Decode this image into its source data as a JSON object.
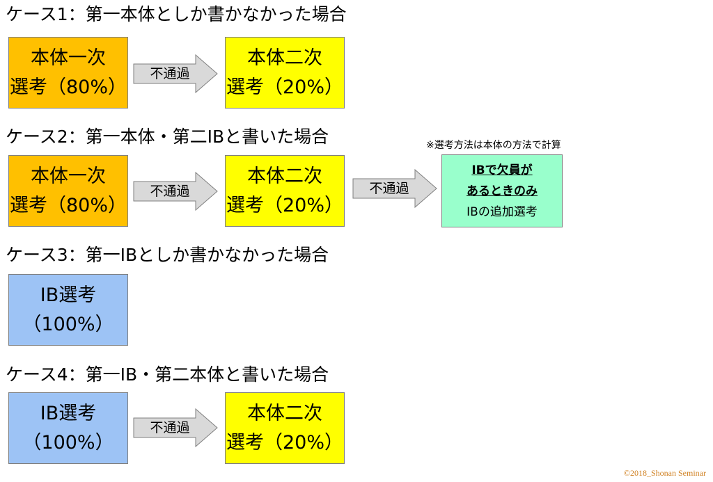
{
  "cases": [
    {
      "title": "ケース1：第一本体としか書かなかった場合"
    },
    {
      "title": "ケース2：第一本体・第二IBと書いた場合"
    },
    {
      "title": "ケース3：第一IBとしか書かなかった場合"
    },
    {
      "title": "ケース4：第一IB・第二本体と書いた場合"
    }
  ],
  "boxes": {
    "main1": {
      "line1": "本体一次",
      "line2": "選考（80%）"
    },
    "main2": {
      "line1": "本体二次",
      "line2": "選考（20%）"
    },
    "ib": {
      "line1": "IB選考",
      "line2": "（100%）"
    },
    "ib_extra": {
      "line1": "IBで欠員が",
      "line2": "あるときのみ",
      "line3": "IBの追加選考"
    }
  },
  "arrow_label": "不通過",
  "note": "※選考方法は本体の方法で計算",
  "copyright": "©2018_Shonan Seminar",
  "colors": {
    "orange": "#ffc000",
    "yellow": "#ffff00",
    "blue": "#9dc3f5",
    "green": "#99ffcc",
    "arrow": "#d9d9d9"
  }
}
